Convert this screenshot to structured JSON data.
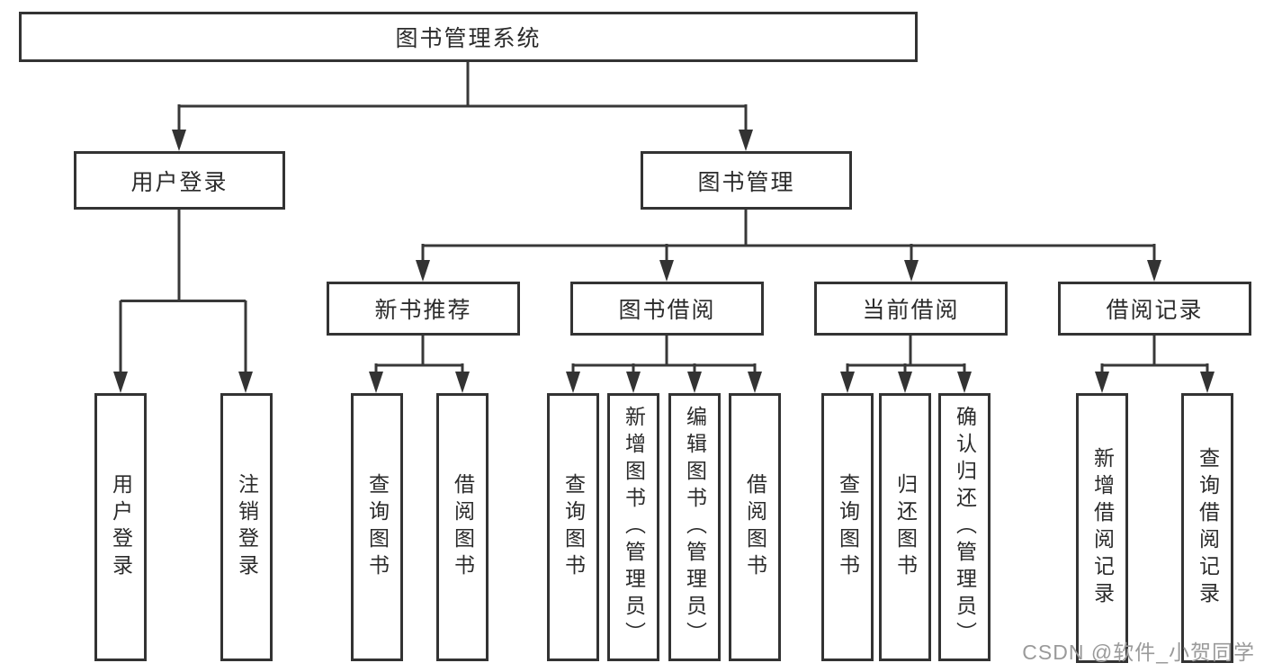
{
  "diagram": {
    "root": {
      "label": "图书管理系统"
    },
    "level2": [
      {
        "label": "用户登录"
      },
      {
        "label": "图书管理"
      }
    ],
    "level3": [
      {
        "label": "新书推荐"
      },
      {
        "label": "图书借阅"
      },
      {
        "label": "当前借阅"
      },
      {
        "label": "借阅记录"
      }
    ],
    "leaves": [
      {
        "label": "用户登录",
        "parent": "用户登录"
      },
      {
        "label": "注销登录",
        "parent": "用户登录"
      },
      {
        "label": "查询图书",
        "parent": "新书推荐"
      },
      {
        "label": "借阅图书",
        "parent": "新书推荐"
      },
      {
        "label": "查询图书",
        "parent": "图书借阅"
      },
      {
        "label": "新增图书（管理员）",
        "parent": "图书借阅"
      },
      {
        "label": "编辑图书（管理员）",
        "parent": "图书借阅"
      },
      {
        "label": "借阅图书",
        "parent": "图书借阅"
      },
      {
        "label": "查询图书",
        "parent": "当前借阅"
      },
      {
        "label": "归还图书",
        "parent": "当前借阅"
      },
      {
        "label": "确认归还（管理员）",
        "parent": "当前借阅"
      },
      {
        "label": "新增借阅记录",
        "parent": "借阅记录"
      },
      {
        "label": "查询借阅记录",
        "parent": "借阅记录"
      }
    ],
    "watermark": {
      "text": "CSDN @软件_小贺同学"
    },
    "colors": {
      "line": "#383838",
      "border": "#333333",
      "text": "#2b2b2b",
      "watermark": "#9a9a9a",
      "background": "#ffffff"
    }
  }
}
